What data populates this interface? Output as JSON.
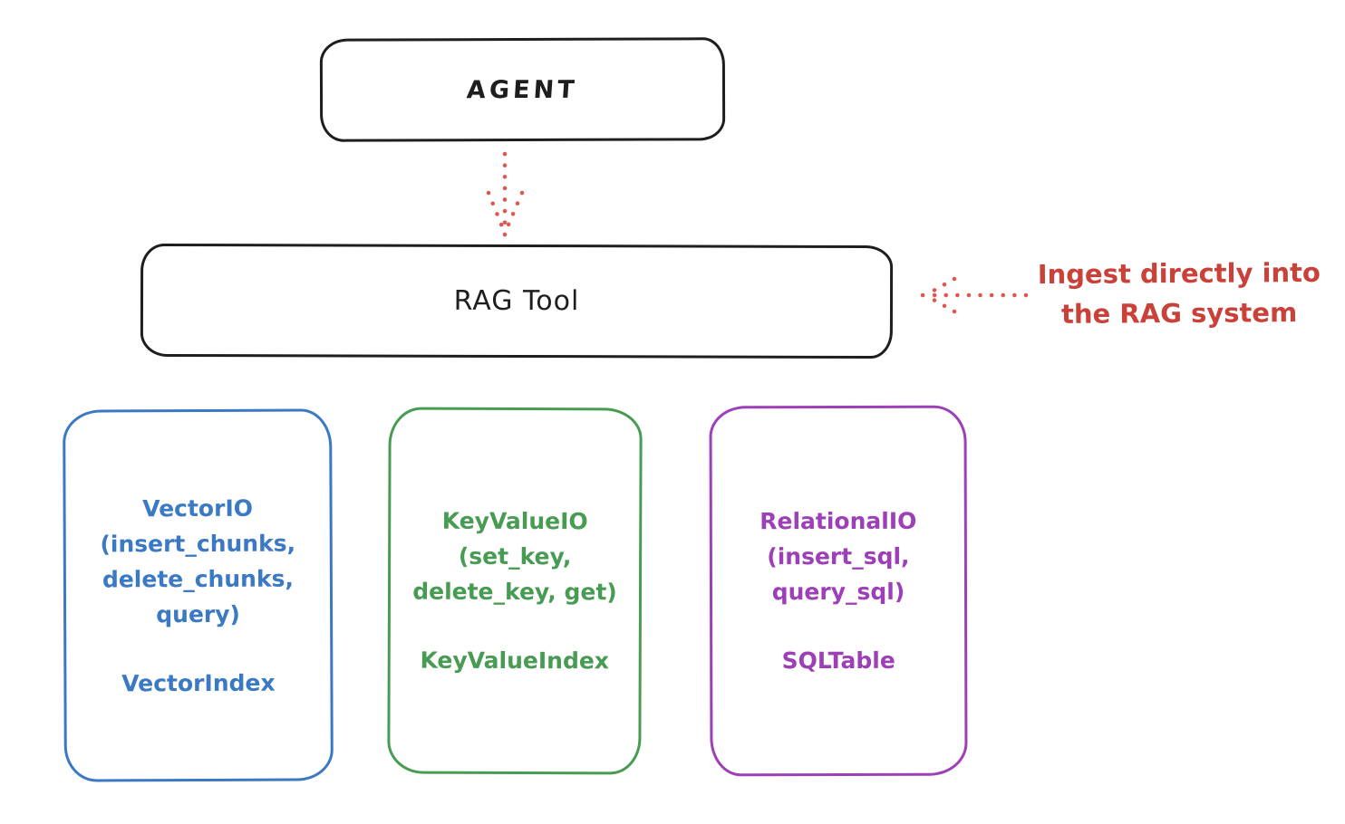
{
  "agent_box": {
    "label": "AGENT"
  },
  "rag_tool_box": {
    "label": "RAG Tool"
  },
  "annotation": {
    "line1": "Ingest directly into",
    "line2": "the RAG system",
    "color": "#c94138"
  },
  "arrows": [
    {
      "name": "agent-to-rag",
      "style": "dotted",
      "direction": "down",
      "color": "#e0564f"
    },
    {
      "name": "annotation-to-rag",
      "style": "dotted",
      "direction": "left",
      "color": "#e0564f"
    }
  ],
  "io_boxes": [
    {
      "id": "vector-io",
      "lines": [
        "VectorIO",
        "(insert_chunks,",
        "delete_chunks,",
        "query)"
      ],
      "index_label": "VectorIndex",
      "color": "#3b79c4"
    },
    {
      "id": "keyvalue-io",
      "lines": [
        "KeyValueIO",
        "(set_key,",
        "delete_key, get)"
      ],
      "index_label": "KeyValueIndex",
      "color": "#479b52"
    },
    {
      "id": "relational-io",
      "lines": [
        "RelationalIO",
        "(insert_sql,",
        "query_sql)"
      ],
      "index_label": "SQLTable",
      "color": "#9d3fb7"
    }
  ],
  "colors": {
    "stroke_black": "#1e1e1e",
    "background": "#ffffff"
  }
}
